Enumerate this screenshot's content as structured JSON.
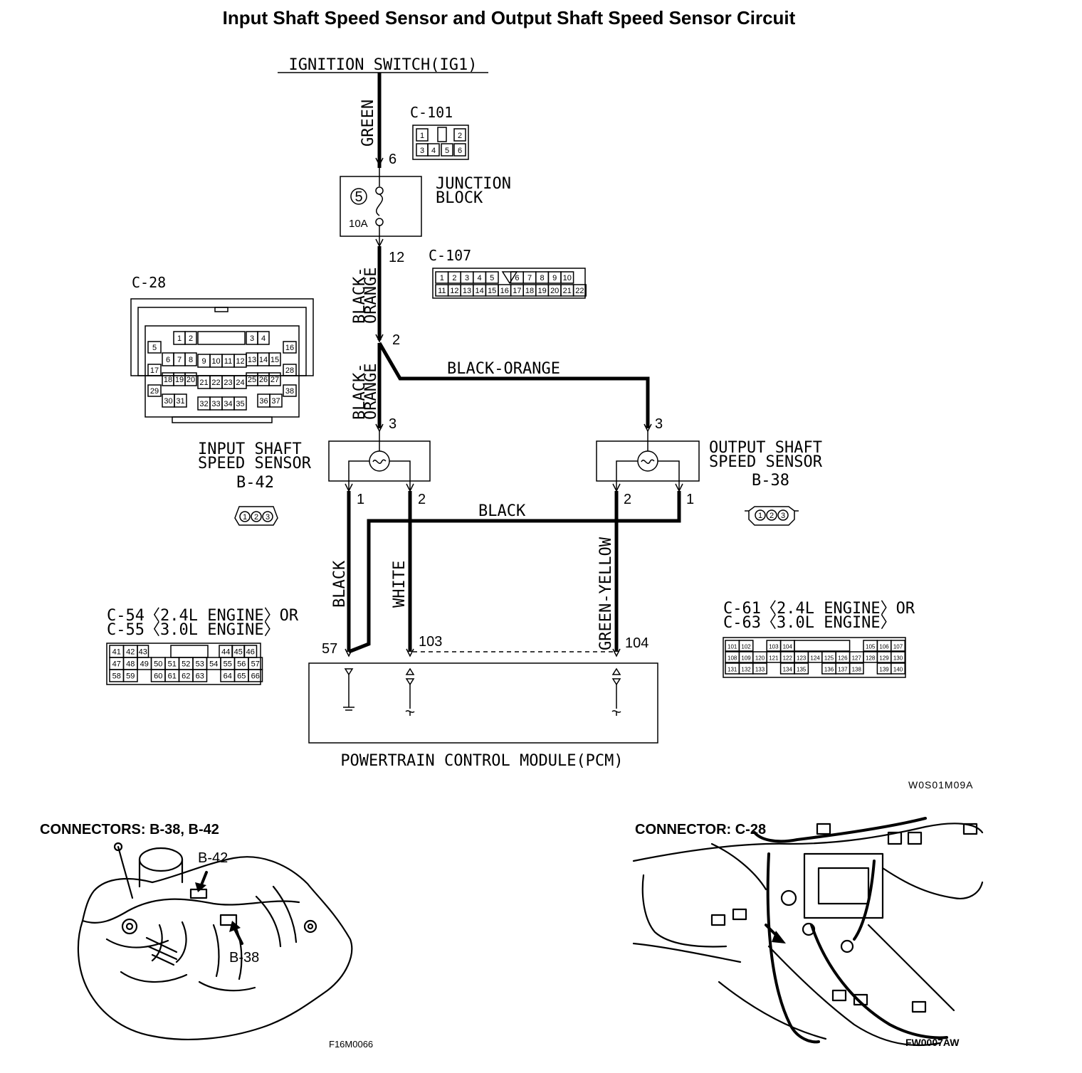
{
  "title": "Input Shaft Speed Sensor and Output Shaft Speed Sensor Circuit",
  "ignition": {
    "label": "IGNITION SWITCH(IG1)"
  },
  "wires": {
    "green": "GREEN",
    "black_orange_upper_1": "BLACK-",
    "black_orange_upper_2": "ORANGE",
    "black_orange_lower_1": "BLACK-",
    "black_orange_lower_2": "ORANGE",
    "black_orange_branch": "BLACK-ORANGE",
    "black_cross": "BLACK",
    "black": "BLACK",
    "white": "WHITE",
    "green_yellow": "GREEN-YELLOW"
  },
  "junction_block": {
    "label_1": "JUNCTION",
    "label_2": "BLOCK",
    "fuse_number": "5",
    "fuse_rating": "10A",
    "pin_in": "6",
    "pin_out": "12"
  },
  "splice": {
    "pin": "2"
  },
  "input_sensor": {
    "label_1": "INPUT SHAFT",
    "label_2": "SPEED SENSOR",
    "connector": "B-42",
    "pin_power": "3",
    "pin_1": "1",
    "pin_2": "2",
    "connector_pins": [
      "1",
      "2",
      "3"
    ]
  },
  "output_sensor": {
    "label_1": "OUTPUT SHAFT",
    "label_2": "SPEED SENSOR",
    "connector": "B-38",
    "pin_power": "3",
    "pin_1": "1",
    "pin_2": "2",
    "connector_pins": [
      "1",
      "2",
      "3"
    ]
  },
  "pcm": {
    "label": "POWERTRAIN CONTROL MODULE(PCM)",
    "pin_a": "57",
    "pin_b": "103",
    "pin_c": "104"
  },
  "connector_c101": {
    "name": "C-101",
    "row1": [
      "1",
      "",
      "2"
    ],
    "row2": [
      "3",
      "4",
      "5",
      "6"
    ]
  },
  "connector_c107": {
    "name": "C-107",
    "row1": [
      "1",
      "2",
      "3",
      "4",
      "5",
      "",
      "6",
      "7",
      "8",
      "9",
      "10"
    ],
    "row2": [
      "11",
      "12",
      "13",
      "14",
      "15",
      "16",
      "17",
      "18",
      "19",
      "20",
      "21",
      "22"
    ]
  },
  "connector_c28": {
    "name": "C-28",
    "pins": [
      "1",
      "2",
      "3",
      "4",
      "5",
      "6",
      "7",
      "8",
      "9",
      "10",
      "11",
      "12",
      "13",
      "14",
      "15",
      "16",
      "17",
      "18",
      "19",
      "20",
      "21",
      "22",
      "23",
      "24",
      "25",
      "26",
      "27",
      "28",
      "29",
      "30",
      "31",
      "32",
      "33",
      "34",
      "35",
      "36",
      "37",
      "38"
    ]
  },
  "connector_c54": {
    "name_1": "C-54〈2.4L ENGINE〉OR",
    "name_2": "C-55〈3.0L ENGINE〉",
    "row1": [
      "41",
      "42",
      "43",
      "",
      "",
      "44",
      "45",
      "46"
    ],
    "row2": [
      "47",
      "48",
      "49",
      "50",
      "51",
      "52",
      "53",
      "54",
      "55",
      "56",
      "57"
    ],
    "row3": [
      "58",
      "59",
      "",
      "60",
      "61",
      "62",
      "63",
      "",
      "64",
      "65",
      "66"
    ]
  },
  "connector_c61": {
    "name_1": "C-61〈2.4L ENGINE〉OR",
    "name_2": "C-63〈3.0L ENGINE〉",
    "row1": [
      "101",
      "102",
      "",
      "103",
      "104",
      "",
      "",
      "",
      "",
      "",
      "105",
      "106",
      "107"
    ],
    "row2": [
      "108",
      "109",
      "120",
      "121",
      "122",
      "123",
      "124",
      "125",
      "126",
      "127",
      "128",
      "129",
      "130"
    ],
    "row3": [
      "131",
      "132",
      "133",
      "",
      "134",
      "135",
      "",
      "136",
      "137",
      "138",
      "",
      "139",
      "140"
    ]
  },
  "codes": {
    "diagram": "W0S01M09A",
    "left_photo": "F16M0066",
    "right_photo": "FW0007AW"
  },
  "locator_left": {
    "title": "CONNECTORS: B-38, B-42",
    "callout_b42": "B-42",
    "callout_b38": "B-38"
  },
  "locator_right": {
    "title": "CONNECTOR: C-28"
  }
}
